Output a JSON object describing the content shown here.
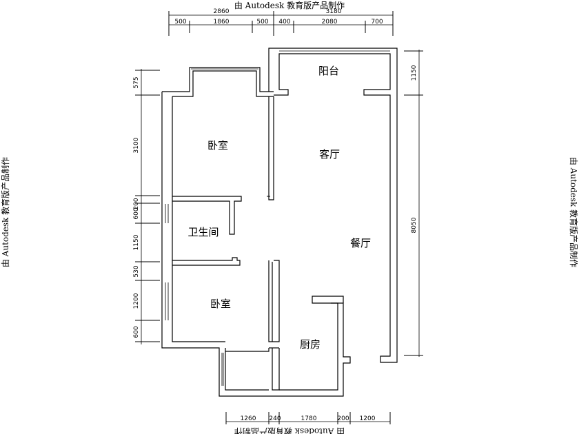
{
  "watermark": {
    "top": "由 Autodesk 教育版产品制作",
    "bottom": "由 Autodesk 教育版产品制作",
    "left": "由 Autodesk 教育版产品制作",
    "right": "由 Autodesk 教育版产品制作"
  },
  "rooms": {
    "balcony": "阳台",
    "bedroom_top": "卧室",
    "living": "客厅",
    "bathroom": "卫生间",
    "dining": "餐厅",
    "bedroom_bottom": "卧室",
    "kitchen": "厨房"
  },
  "dimensions": {
    "top_totals": [
      "2860",
      "3180"
    ],
    "top_segments": [
      "500",
      "1860",
      "500",
      "400",
      "2080",
      "700"
    ],
    "left": [
      "575",
      "3100",
      "200",
      "600",
      "1150",
      "530",
      "1200",
      "600"
    ],
    "right": [
      "1150",
      "8050"
    ],
    "bottom": [
      "1260",
      "240",
      "1780",
      "200",
      "1200"
    ]
  }
}
